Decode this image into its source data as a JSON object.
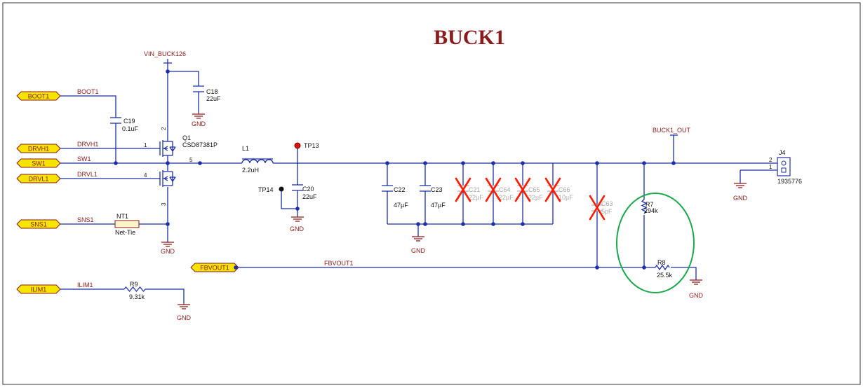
{
  "title": "BUCK1",
  "ports": {
    "boot": "BOOT1",
    "drvh": "DRVH1",
    "sw": "SW1",
    "drvl": "DRVL1",
    "sns": "SNS1",
    "fbvout": "FBVOUT1",
    "ilim": "ILIM1"
  },
  "nets": {
    "vin": "VIN_BUCK126",
    "boot": "BOOT1",
    "drvh": "DRVH1",
    "sw": "SW1",
    "drvl": "DRVL1",
    "sns": "SNS1",
    "ilim": "ILIM1",
    "fbvout": "FBVOUT1",
    "buck_out": "BUCK1_OUT"
  },
  "components": {
    "c18": {
      "ref": "C18",
      "value": "22uF"
    },
    "c19": {
      "ref": "C19",
      "value": "0.1uF"
    },
    "q1": {
      "ref": "Q1",
      "value": "CSD87381P",
      "pins": [
        "2",
        "1",
        "5",
        "4",
        "3"
      ]
    },
    "l1": {
      "ref": "L1",
      "value": "2.2uH"
    },
    "tp13": {
      "ref": "TP13"
    },
    "tp14": {
      "ref": "TP14"
    },
    "c20": {
      "ref": "C20",
      "value": "22uF"
    },
    "nt1": {
      "ref": "NT1",
      "value": "Net-Tie"
    },
    "r9": {
      "ref": "R9",
      "value": "9.31k"
    },
    "c22": {
      "ref": "C22",
      "value": "47µF"
    },
    "c23": {
      "ref": "C23",
      "value": "47µF"
    },
    "c21": {
      "ref": "C21",
      "value": "22µF"
    },
    "c64": {
      "ref": "C64",
      "value": "22µF"
    },
    "c65": {
      "ref": "C65",
      "value": "22µF"
    },
    "c66": {
      "ref": "C66",
      "value": "10µF"
    },
    "c63": {
      "ref": "C63",
      "value": "5pF"
    },
    "r7": {
      "ref": "R7",
      "value": "294k"
    },
    "r8": {
      "ref": "R8",
      "value": "25.5k"
    },
    "j4": {
      "ref": "J4",
      "value": "1935776",
      "pins": [
        "2",
        "1"
      ]
    }
  },
  "ground_label": "GND",
  "colors": {
    "wire": "#1c2fa8",
    "net": "#8b1a1a",
    "port_fill": "#f7e400",
    "dnp_cross": "#ff1a00",
    "highlight_circle": "#1aa84a"
  }
}
